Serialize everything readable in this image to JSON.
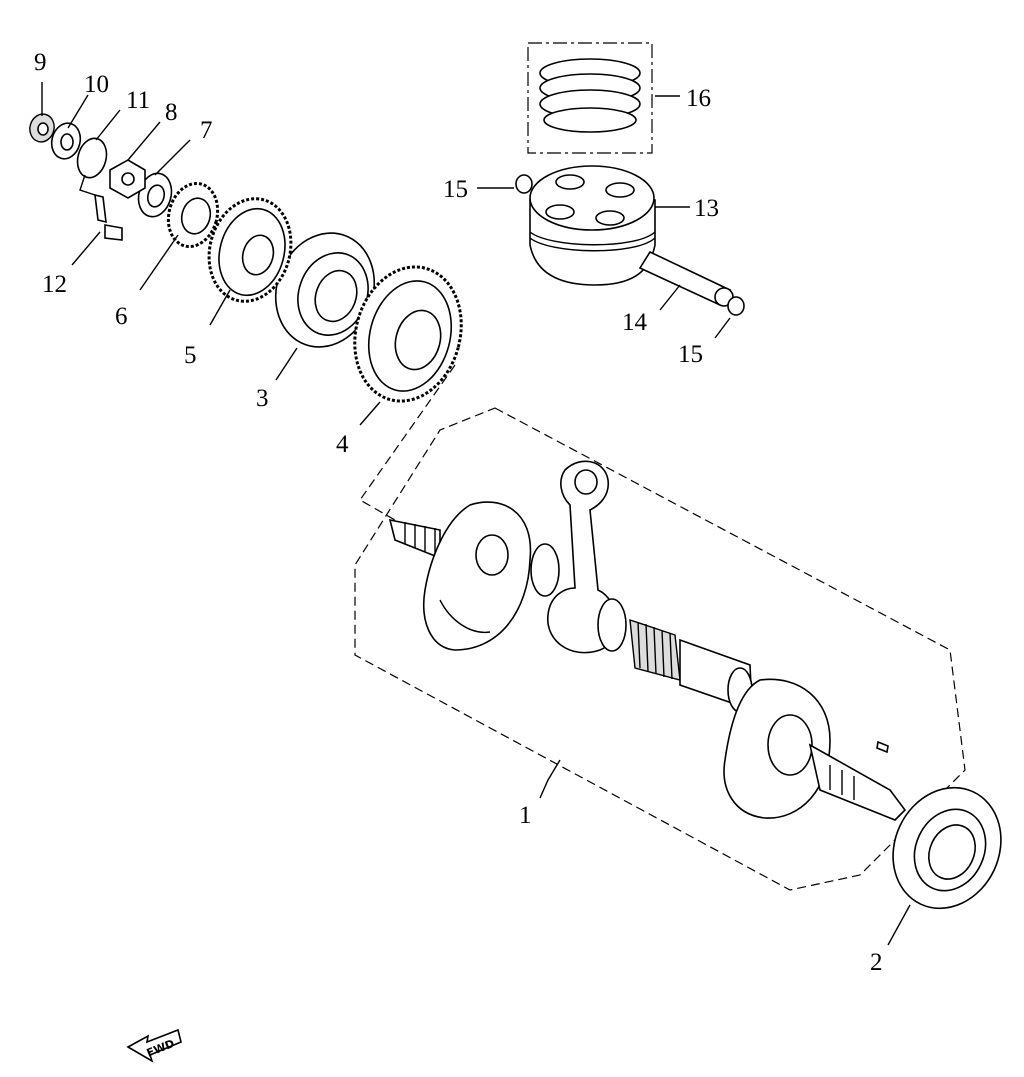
{
  "diagram": {
    "labels": [
      "1",
      "2",
      "3",
      "4",
      "5",
      "6",
      "7",
      "8",
      "9",
      "10",
      "11",
      "12",
      "13",
      "14",
      "15",
      "15",
      "16"
    ],
    "fwd_text": "FWD"
  }
}
